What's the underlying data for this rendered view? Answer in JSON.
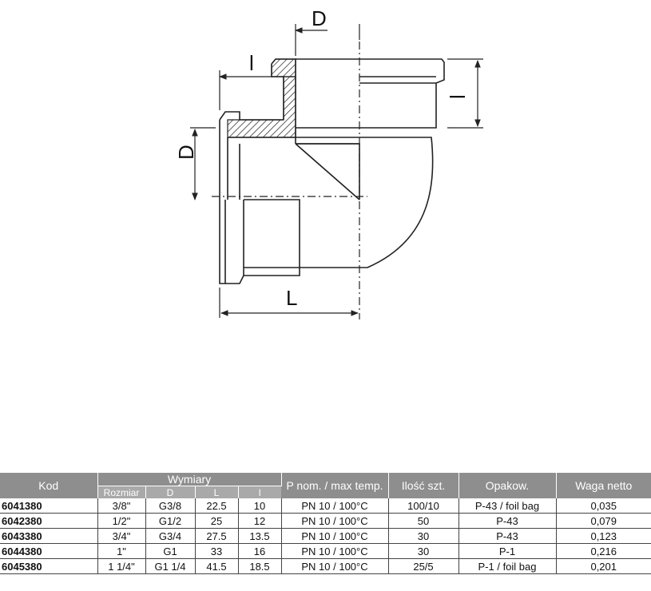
{
  "drawing": {
    "dimension_labels": {
      "d_top": "D",
      "d_left": "D",
      "l_top": "l",
      "l_right": "l",
      "l_bottom": "L"
    }
  },
  "table": {
    "headers": {
      "kod": "Kod",
      "wymiary": "Wymiary",
      "rozmiar": "Rozmiar",
      "d": "D",
      "l_upper": "L",
      "l_lower": "l",
      "pressure": "P nom. / max temp.",
      "quantity": "Ilość szt.",
      "packaging": "Opakow.",
      "weight": "Waga netto"
    },
    "rows": [
      {
        "kod": "6041380",
        "rozmiar": "3/8\"",
        "d": "G3/8",
        "L": "22.5",
        "l": "10",
        "pressure": "PN 10 / 100°C",
        "quantity": "100/10",
        "packaging": "P-43 / foil bag",
        "weight": "0,035"
      },
      {
        "kod": "6042380",
        "rozmiar": "1/2\"",
        "d": "G1/2",
        "L": "25",
        "l": "12",
        "pressure": "PN 10 / 100°C",
        "quantity": "50",
        "packaging": "P-43",
        "weight": "0,079"
      },
      {
        "kod": "6043380",
        "rozmiar": "3/4\"",
        "d": "G3/4",
        "L": "27.5",
        "l": "13.5",
        "pressure": "PN 10 / 100°C",
        "quantity": "30",
        "packaging": "P-43",
        "weight": "0,123"
      },
      {
        "kod": "6044380",
        "rozmiar": "1\"",
        "d": "G1",
        "L": "33",
        "l": "16",
        "pressure": "PN 10 / 100°C",
        "quantity": "30",
        "packaging": "P-1",
        "weight": "0,216"
      },
      {
        "kod": "6045380",
        "rozmiar": "1 1/4\"",
        "d": "G1 1/4",
        "L": "41.5",
        "l": "18.5",
        "pressure": "PN 10 / 100°C",
        "quantity": "25/5",
        "packaging": "P-1 / foil bag",
        "weight": "0,201"
      }
    ]
  }
}
